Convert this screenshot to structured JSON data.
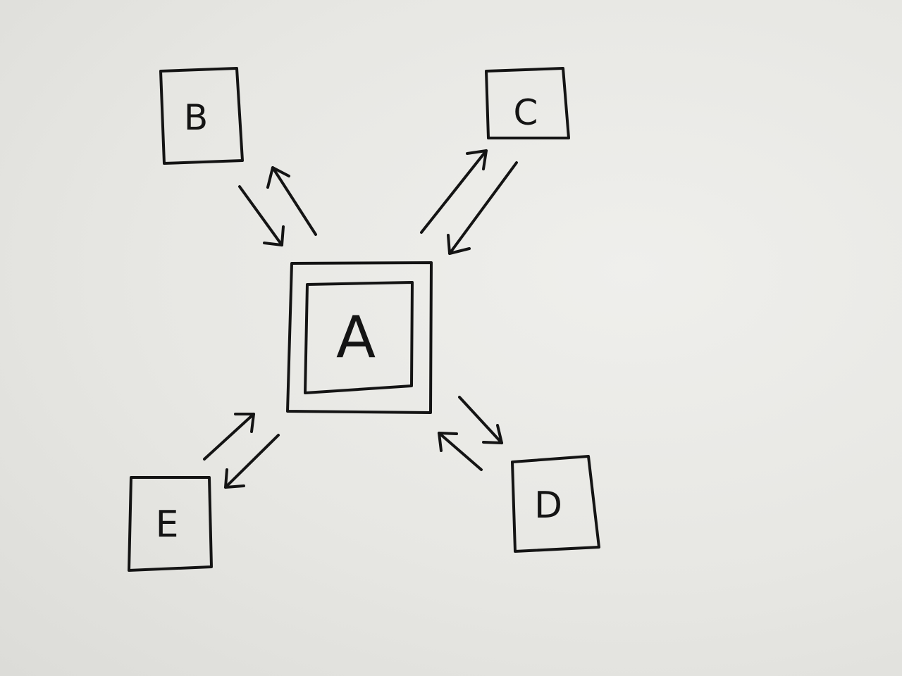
{
  "diagram": {
    "nodes": [
      {
        "id": "A",
        "label": "A",
        "central": true
      },
      {
        "id": "B",
        "label": "B"
      },
      {
        "id": "C",
        "label": "C"
      },
      {
        "id": "D",
        "label": "D"
      },
      {
        "id": "E",
        "label": "E"
      }
    ],
    "edges": [
      {
        "from": "A",
        "to": "B"
      },
      {
        "from": "B",
        "to": "A"
      },
      {
        "from": "A",
        "to": "C"
      },
      {
        "from": "C",
        "to": "A"
      },
      {
        "from": "A",
        "to": "D"
      },
      {
        "from": "D",
        "to": "A"
      },
      {
        "from": "A",
        "to": "E"
      },
      {
        "from": "E",
        "to": "A"
      }
    ],
    "ink_color": "#141414",
    "paper_color": "#e8e8e4"
  }
}
